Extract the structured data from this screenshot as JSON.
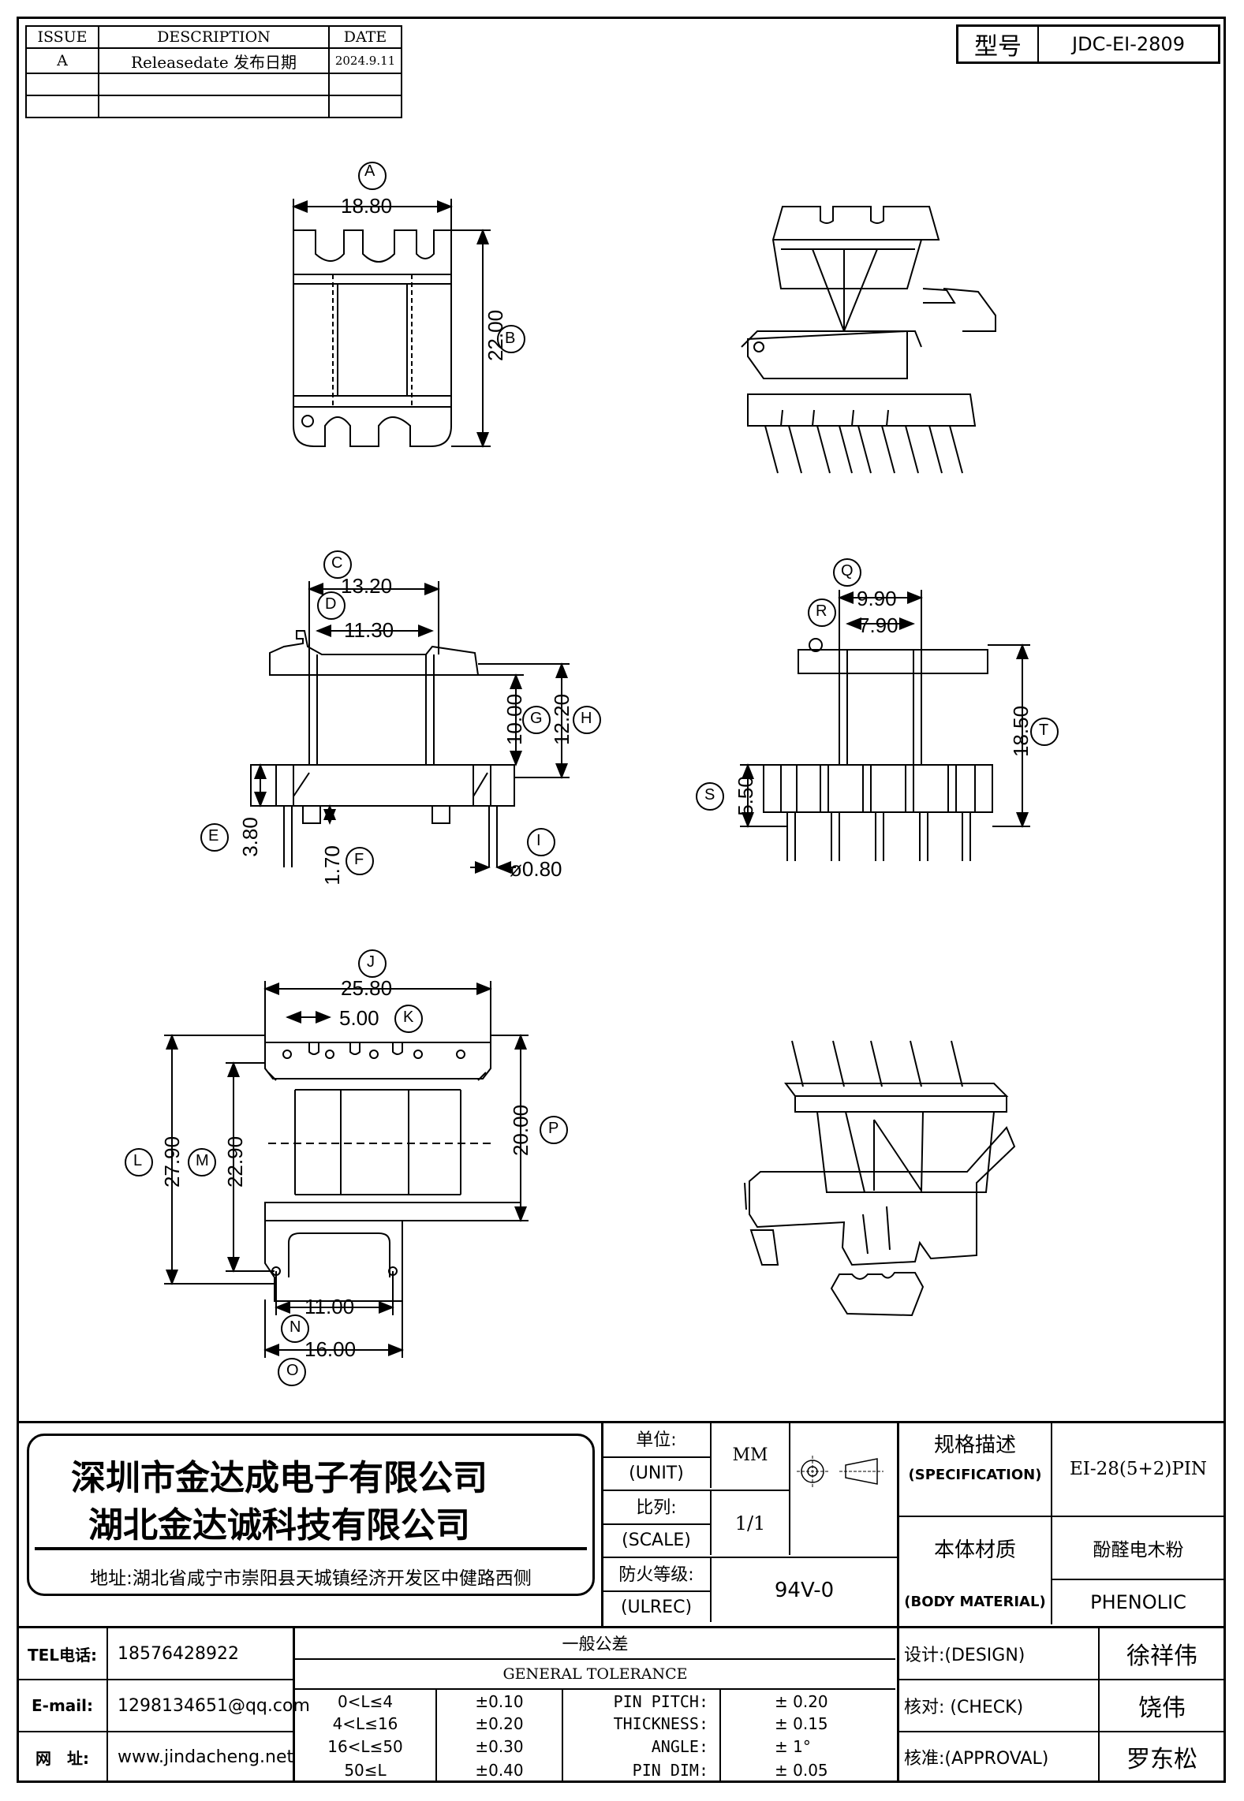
{
  "revision_table": {
    "headers": [
      "ISSUE",
      "DESCRIPTION",
      "DATE"
    ],
    "rows": [
      {
        "issue": "A",
        "description": "Releasedate 发布日期",
        "date": "2024.9.11"
      },
      {
        "issue": "",
        "description": "",
        "date": ""
      },
      {
        "issue": "",
        "description": "",
        "date": ""
      }
    ]
  },
  "model_box": {
    "label": "型号",
    "value": "JDC-EI-2809"
  },
  "dimensions": {
    "A": {
      "letter": "A",
      "value": "18.80"
    },
    "B": {
      "letter": "B",
      "value": "22.00"
    },
    "C": {
      "letter": "C",
      "value": "13.20"
    },
    "D": {
      "letter": "D",
      "value": "11.30"
    },
    "E": {
      "letter": "E",
      "value": "3.80"
    },
    "F": {
      "letter": "F",
      "value": "1.70"
    },
    "G": {
      "letter": "G",
      "value": "10.00"
    },
    "H": {
      "letter": "H",
      "value": "12.20"
    },
    "I": {
      "letter": "I",
      "value": "ø0.80"
    },
    "J": {
      "letter": "J",
      "value": "25.80"
    },
    "K": {
      "letter": "K",
      "value": "5.00"
    },
    "L": {
      "letter": "L",
      "value": "27.90"
    },
    "M": {
      "letter": "M",
      "value": "22.90"
    },
    "N": {
      "letter": "N",
      "value": "11.00"
    },
    "O": {
      "letter": "O",
      "value": "16.00"
    },
    "P": {
      "letter": "P",
      "value": "20.00"
    },
    "Q": {
      "letter": "Q",
      "value": "9.90"
    },
    "R": {
      "letter": "R",
      "value": "7.90"
    },
    "S": {
      "letter": "S",
      "value": "5.50"
    },
    "T": {
      "letter": "T",
      "value": "18.50"
    }
  },
  "title_block": {
    "company_line1": "深圳市金达成电子有限公司",
    "company_line2": "湖北金达诚科技有限公司",
    "address": "地址:湖北省咸宁市崇阳县天城镇经济开发区中健路西侧",
    "unit_label_cn": "单位:",
    "unit_label_en": "(UNIT)",
    "unit_value": "MM",
    "scale_label_cn": "比列:",
    "scale_label_en": "(SCALE)",
    "scale_value": "1/1",
    "ulrec_label_cn": "防火等级:",
    "ulrec_label_en": "(ULREC)",
    "ulrec_value": "94V-0",
    "spec_label_cn": "规格描述",
    "spec_label_en": "(SPECIFICATION)",
    "spec_value": "EI-28(5+2)PIN",
    "material_label_cn": "本体材质",
    "material_label_en": "(BODY MATERIAL)",
    "material_value_cn": "酚醛电木粉",
    "material_value_en": "PHENOLIC",
    "tel_label": "TEL电话:",
    "tel_value": "18576428922",
    "email_label": "E-mail:",
    "email_value": "1298134651@qq.com",
    "web_label": "网　址:",
    "web_value": "www.jindacheng.net",
    "tolerance_title_cn": "一般公差",
    "tolerance_title_en": "GENERAL TOLERANCE",
    "tolerance_ranges": [
      {
        "range": "0<L≤4",
        "tol": "±0.10"
      },
      {
        "range": "4<L≤16",
        "tol": "±0.20"
      },
      {
        "range": "16<L≤50",
        "tol": "±0.30"
      },
      {
        "range": "50≤L",
        "tol": "±0.40"
      }
    ],
    "tolerance_specs": [
      {
        "name": "PIN PITCH:",
        "value": "± 0.20"
      },
      {
        "name": "THICKNESS:",
        "value": "± 0.15"
      },
      {
        "name": "ANGLE:",
        "value": "± 1°"
      },
      {
        "name": "PIN DIM:",
        "value": "± 0.05"
      }
    ],
    "design_label": "设计:(DESIGN)",
    "design_value": "徐祥伟",
    "check_label": "核对: (CHECK)",
    "check_value": "饶伟",
    "approval_label": "核准:(APPROVAL)",
    "approval_value": "罗东松"
  }
}
